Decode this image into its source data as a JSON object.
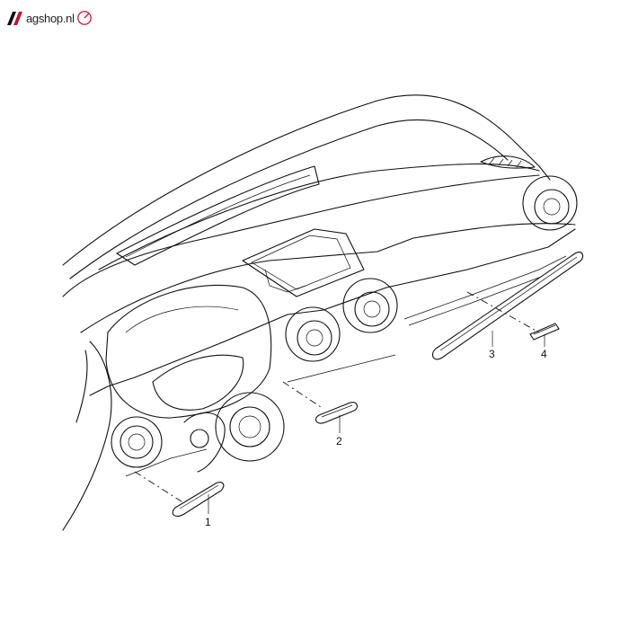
{
  "logo": {
    "text": "agshop.nl",
    "brand_color": "#c8102e"
  },
  "callouts": [
    {
      "id": "1",
      "label": "1"
    },
    {
      "id": "2",
      "label": "2"
    },
    {
      "id": "3",
      "label": "3"
    },
    {
      "id": "4",
      "label": "4"
    }
  ],
  "icons": [
    "logo-mark-icon",
    "gauge-icon"
  ]
}
